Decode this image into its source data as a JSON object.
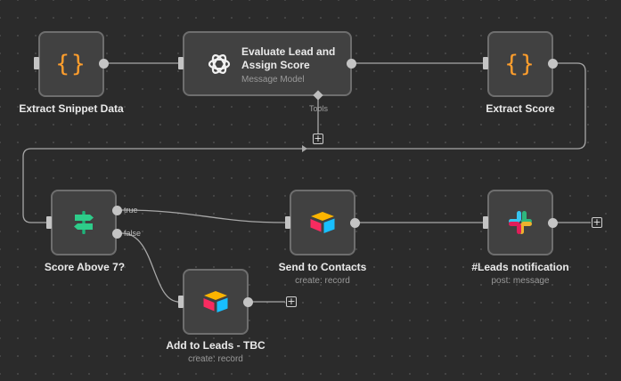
{
  "canvas": {
    "nodes": {
      "extract_snippet": {
        "label": "Extract Snippet Data",
        "icon": "code-braces-icon"
      },
      "evaluate": {
        "title": "Evaluate Lead and Assign Score",
        "subtitle": "Message Model",
        "icon": "openai-icon"
      },
      "extract_score": {
        "label": "Extract Score",
        "icon": "code-braces-icon"
      },
      "score_above": {
        "label": "Score Above 7?",
        "icon": "signpost-icon"
      },
      "send_contacts": {
        "label": "Send to Contacts",
        "subtitle": "create: record",
        "icon": "airtable-icon"
      },
      "leads_notification": {
        "label": "#Leads notification",
        "subtitle": "post: message",
        "icon": "slack-icon"
      },
      "add_leads": {
        "label": "Add to Leads - TBC",
        "subtitle": "create: record",
        "icon": "airtable-icon"
      }
    },
    "branches": {
      "true_label": "true",
      "false_label": "false"
    },
    "tools_label": "Tools",
    "plus_symbol": "+",
    "braces_glyph": "{}",
    "colors": {
      "background": "#2b2b2b",
      "node_fill": "#414141",
      "node_border": "#6e6e6e",
      "code_orange": "#ff9e2c",
      "wire": "#a8a8a8"
    }
  }
}
